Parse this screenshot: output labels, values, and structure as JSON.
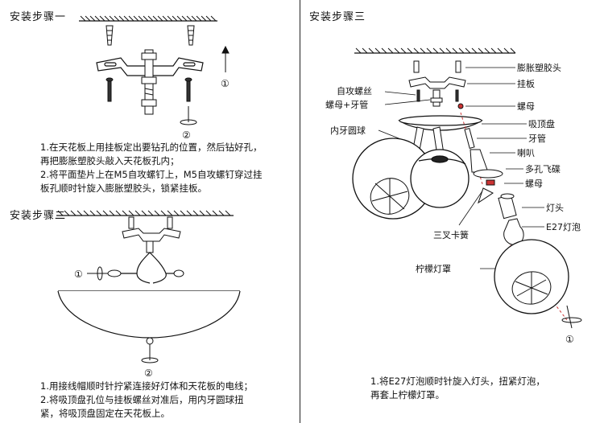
{
  "step1": {
    "title": "安装步骤一",
    "line1": "1.在天花板上用挂板定出要钻孔的位置，然后钻好孔，",
    "line2": "再把膨胀塑胶头敲入天花板孔内；",
    "line3": "2.将平面垫片上在M5自攻螺钉上，M5自攻螺钉穿过挂",
    "line4": "板孔顺时针旋入膨胀塑胶头，锁紧挂板。",
    "marker1": "①",
    "marker2": "②"
  },
  "step2": {
    "title": "安装步骤二",
    "line1": "1.用接线帽顺时针拧紧连接好灯体和天花板的电线；",
    "line2": "2.将吸顶盘孔位与挂板螺丝对准后，用内牙圆球扭",
    "line3": "紧，将吸顶盘固定在天花板上。",
    "marker1": "①",
    "marker2": "②"
  },
  "step3": {
    "title": "安装步骤三",
    "labels": {
      "expansion_plug": "膨胀塑胶头",
      "hanger": "挂板",
      "self_tapping_screw": "自攻螺丝",
      "nut_pipe": "螺母+牙管",
      "nut_right": "螺母",
      "inner_ball": "内牙圆球",
      "ceiling_plate": "吸顶盘",
      "thread_pipe": "牙管",
      "horn": "喇叭",
      "multi_disc": "多孔飞碟",
      "nut_lower": "螺母",
      "lamp_holder": "灯头",
      "tri_spring": "三叉卡簧",
      "bulb": "E27灯泡",
      "lemon_shade": "柠檬灯罩"
    },
    "line1": "1.将E27灯泡顺时针旋入灯头，扭紧灯泡，",
    "line2": "再套上柠檬灯罩。",
    "marker1": "①"
  }
}
